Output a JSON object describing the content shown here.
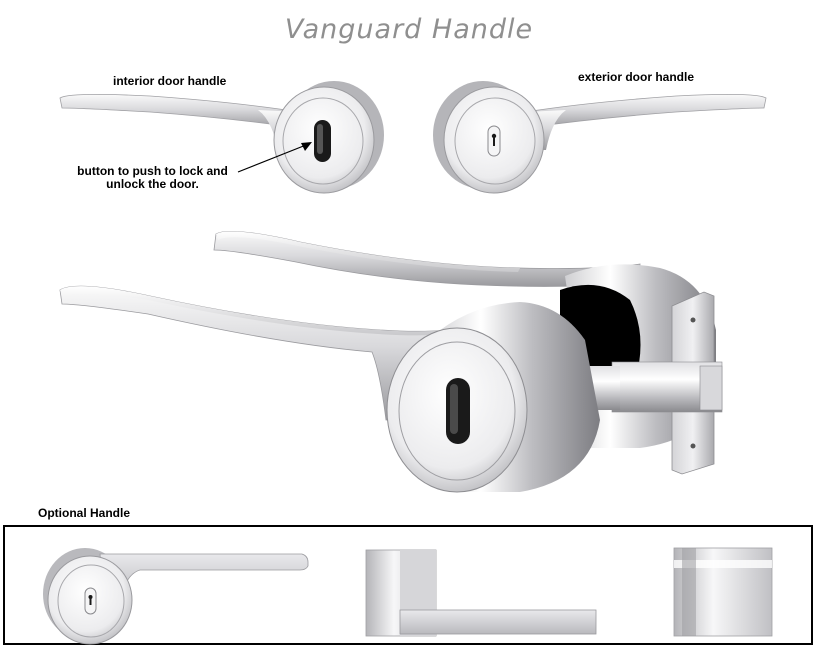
{
  "title": "Vanguard Handle",
  "labels": {
    "interior": "interior door handle",
    "exterior": "exterior door handle",
    "button_line1": "button to push to lock and",
    "button_line2": "unlock the door.",
    "optional": "Optional Handle"
  },
  "colors": {
    "title": "#8f8f8f",
    "chrome_light": "#f4f4f4",
    "chrome_mid": "#cfcfd2",
    "chrome_dark": "#8a8a8e",
    "button_black": "#1a1a1a",
    "border": "#000000"
  }
}
